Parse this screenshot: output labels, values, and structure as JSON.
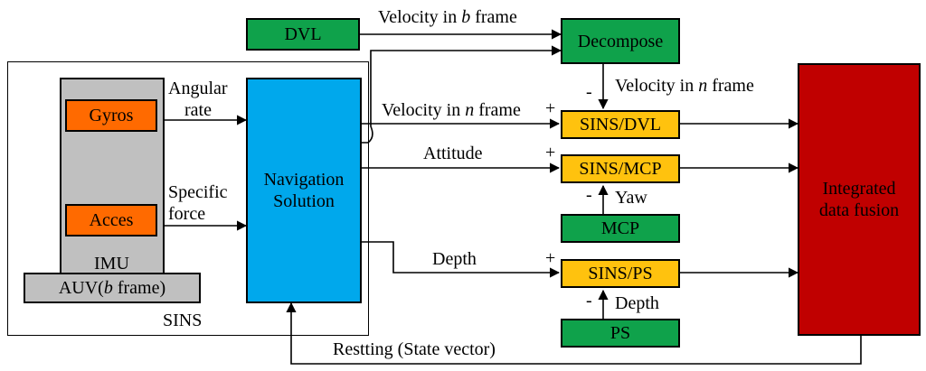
{
  "blocks": {
    "dvl": "DVL",
    "decompose": "Decompose",
    "gyros": "Gyros",
    "acces": "Acces",
    "imu": "IMU",
    "auv_prefix": "AUV(",
    "auv_italic": "b",
    "auv_suffix": " frame)",
    "sins": "SINS",
    "navigation_line1": "Navigation",
    "navigation_line2": "Solution",
    "sins_dvl": "SINS/DVL",
    "sins_mcp": "SINS/MCP",
    "sins_ps": "SINS/PS",
    "mcp": "MCP",
    "ps": "PS",
    "fusion_line1": "Integrated",
    "fusion_line2": "data fusion"
  },
  "labels": {
    "velocity_b_prefix": "Velocity in ",
    "velocity_b_italic": "b",
    "velocity_b_suffix": " frame",
    "velocity_n_prefix": "Velocity in ",
    "velocity_n_italic": "n",
    "velocity_n_suffix": " frame",
    "velocity_n2_prefix": "Velocity in ",
    "velocity_n2_italic": "n",
    "velocity_n2_suffix": " frame",
    "angular_line1": "Angular",
    "angular_line2": "rate",
    "specific_line1": "Specific",
    "specific_line2": "force",
    "attitude": "Attitude",
    "depth": "Depth",
    "yaw": "Yaw",
    "depth_small": "Depth",
    "resetting": "Restting (State vector)"
  },
  "signs": {
    "minus_decompose": "-",
    "plus_dvl": "+",
    "plus_mcp": "+",
    "minus_mcp": "-",
    "plus_ps": "+",
    "minus_ps": "-"
  },
  "colors": {
    "sensor_green": "#0fa24b",
    "imu_orange": "#ff6a00",
    "filter_gold": "#ffc20e",
    "imu_gray": "#c0c0c0",
    "navigation_blue": "#00a8ec",
    "fusion_red": "#c00000"
  }
}
